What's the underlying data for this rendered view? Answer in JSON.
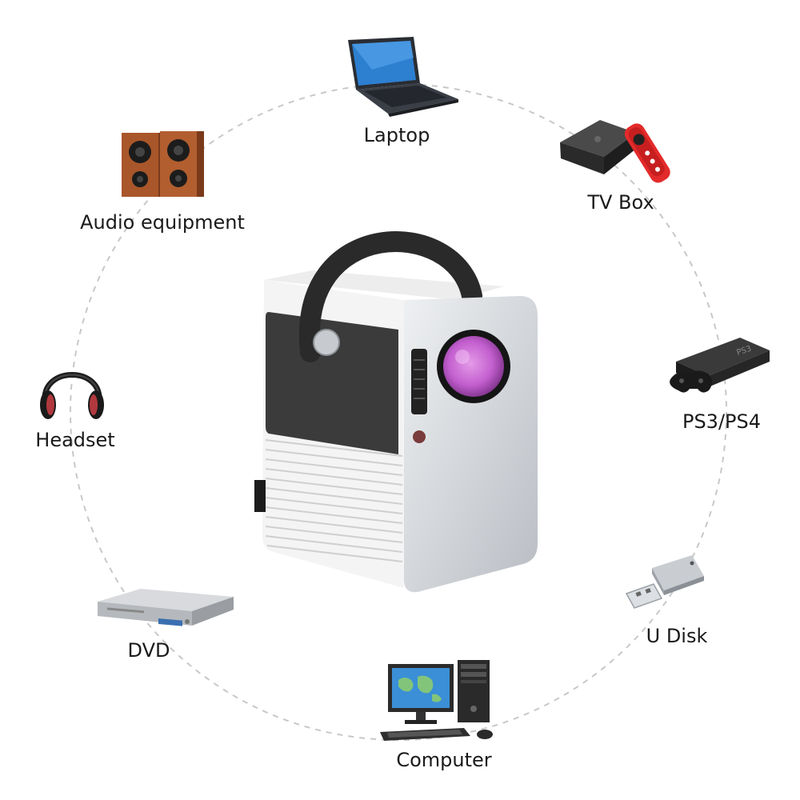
{
  "devices": [
    {
      "id": "laptop",
      "label": "Laptop",
      "icon": "laptop-icon"
    },
    {
      "id": "tvbox",
      "label": "TV Box",
      "icon": "tv-box-icon"
    },
    {
      "id": "ps",
      "label": "PS3/PS4",
      "icon": "game-console-icon"
    },
    {
      "id": "udisk",
      "label": "U Disk",
      "icon": "usb-drive-icon"
    },
    {
      "id": "computer",
      "label": "Computer",
      "icon": "desktop-computer-icon"
    },
    {
      "id": "dvd",
      "label": "DVD",
      "icon": "dvd-player-icon"
    },
    {
      "id": "headset",
      "label": "Headset",
      "icon": "headphones-icon"
    },
    {
      "id": "audio",
      "label": "Audio equipment",
      "icon": "speakers-icon"
    }
  ],
  "center": {
    "icon": "projector-icon"
  },
  "colors": {
    "ring": "#c8c8c8",
    "text": "#1a1a1a",
    "projector_body": "#f2f2f2",
    "projector_side": "#cfd3d8",
    "grille": "#3b3b3b",
    "lens": "#c76ad0",
    "remote": "#e32b2b",
    "wood": "#a9562a",
    "screen": "#3b8fd6"
  }
}
